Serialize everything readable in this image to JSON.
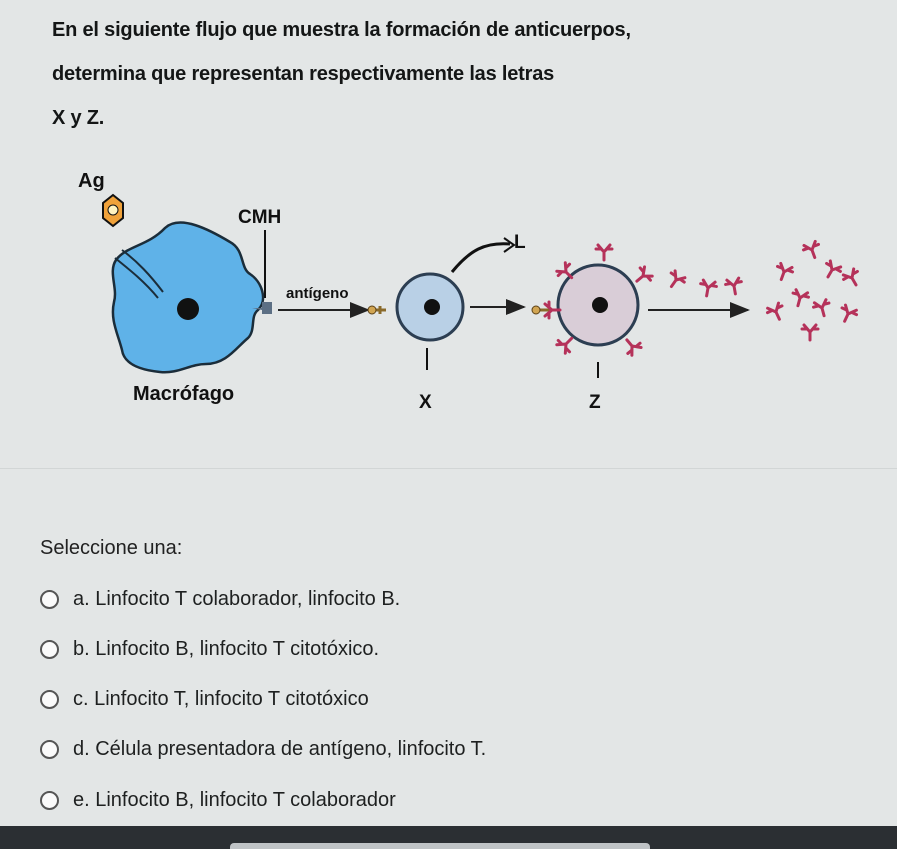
{
  "question": {
    "line1": "En el siguiente flujo que muestra la formación de anticuerpos,",
    "line2": "determina que representan respectivamente las letras",
    "line3": "X y Z."
  },
  "diagram": {
    "label_ag": "Ag",
    "label_cmh": "CMH",
    "label_antigeno": "antígeno",
    "label_macrofago": "Macrófago",
    "label_l": "L",
    "label_x": "X",
    "label_z": "Z",
    "colors": {
      "macrophage": "#5fb2e8",
      "cell": "#b9d0e6",
      "plasma_cell": "#d9cdd7",
      "antibody": "#b5325a",
      "antigen": "#f0a23a"
    }
  },
  "select": {
    "label": "Seleccione una:"
  },
  "options": [
    "a. Linfocito T colaborador, linfocito B.",
    "b. Linfocito B, linfocito T citotóxico.",
    "c. Linfocito T, linfocito T citotóxico",
    "d. Célula presentadora de antígeno, linfocito T.",
    "e. Linfocito B, linfocito T colaborador"
  ]
}
